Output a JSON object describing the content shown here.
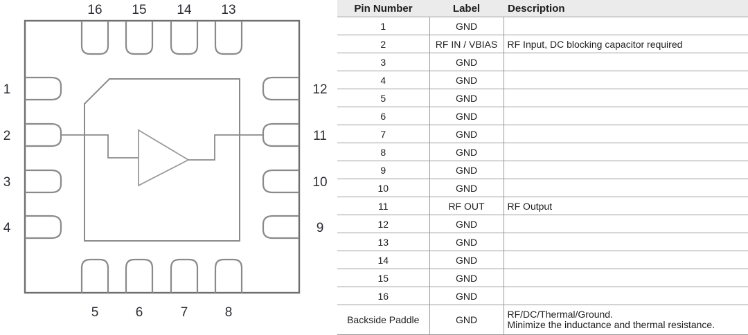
{
  "diagram": {
    "name": "qfn-16-package-pinout",
    "package_outline_color": "#6f6f6f",
    "pad_outline_color": "#8a8a8a",
    "die_outline_color": "#8a8a8a",
    "label_color": "#2b2b33",
    "pins_top": [
      "16",
      "15",
      "14",
      "13"
    ],
    "pins_left": [
      "1",
      "2",
      "3",
      "4"
    ],
    "pins_bottom": [
      "5",
      "6",
      "7",
      "8"
    ],
    "pins_right": [
      "12",
      "11",
      "10",
      "9"
    ],
    "amplifier_symbol": "triangle-amplifier",
    "rf_in_pin": "2",
    "rf_out_pin": "11"
  },
  "table": {
    "columns": [
      "Pin Number",
      "Label",
      "Description"
    ],
    "rows": [
      {
        "pin": "1",
        "label": "GND",
        "desc": [
          ""
        ]
      },
      {
        "pin": "2",
        "label": "RF IN / VBIAS",
        "desc": [
          "RF Input, DC blocking capacitor required"
        ]
      },
      {
        "pin": "3",
        "label": "GND",
        "desc": [
          ""
        ]
      },
      {
        "pin": "4",
        "label": "GND",
        "desc": [
          ""
        ]
      },
      {
        "pin": "5",
        "label": "GND",
        "desc": [
          ""
        ]
      },
      {
        "pin": "6",
        "label": "GND",
        "desc": [
          ""
        ]
      },
      {
        "pin": "7",
        "label": "GND",
        "desc": [
          ""
        ]
      },
      {
        "pin": "8",
        "label": "GND",
        "desc": [
          ""
        ]
      },
      {
        "pin": "9",
        "label": "GND",
        "desc": [
          ""
        ]
      },
      {
        "pin": "10",
        "label": "GND",
        "desc": [
          ""
        ]
      },
      {
        "pin": "11",
        "label": "RF OUT",
        "desc": [
          "RF Output"
        ]
      },
      {
        "pin": "12",
        "label": "GND",
        "desc": [
          ""
        ]
      },
      {
        "pin": "13",
        "label": "GND",
        "desc": [
          ""
        ]
      },
      {
        "pin": "14",
        "label": "GND",
        "desc": [
          ""
        ]
      },
      {
        "pin": "15",
        "label": "GND",
        "desc": [
          ""
        ]
      },
      {
        "pin": "16",
        "label": "GND",
        "desc": [
          ""
        ]
      },
      {
        "pin": "Backside Paddle",
        "label": "GND",
        "desc": [
          "RF/DC/Thermal/Ground.",
          "Minimize the inductance and thermal resistance."
        ]
      }
    ]
  }
}
